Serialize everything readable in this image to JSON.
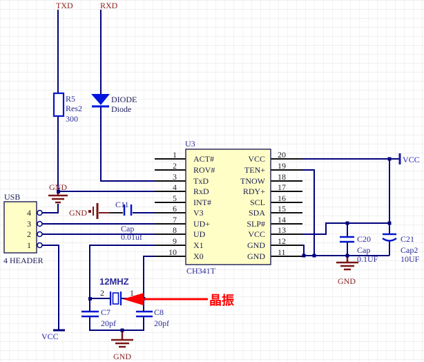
{
  "colors": {
    "wire": "#00007d",
    "pin_stub": "#0d0d0d",
    "component_blue": "#0014cc",
    "label_blue": "#2b2b9a",
    "net_label_red": "#8a1f1f",
    "power_maroon": "#7a1414",
    "ic_fill": "#fffec6",
    "annotation_red": "#ff0000"
  },
  "schematic": {
    "nets": {
      "txd": "TXD",
      "rxd": "RXD"
    },
    "r5": {
      "designator": "R5",
      "part": "Res2",
      "value": "300"
    },
    "diode": {
      "designator": "DIODE",
      "part": "Diode"
    },
    "usb": {
      "designator": "USB",
      "part": "4 HEADER",
      "pins": [
        "4",
        "3",
        "2",
        "1"
      ]
    },
    "ic": {
      "designator": "U3",
      "part": "CH341T",
      "left_pins": [
        {
          "num": "1",
          "name": "ACT#"
        },
        {
          "num": "2",
          "name": "ROV#"
        },
        {
          "num": "3",
          "name": "TxD"
        },
        {
          "num": "4",
          "name": "RxD"
        },
        {
          "num": "5",
          "name": "INT#"
        },
        {
          "num": "6",
          "name": "V3"
        },
        {
          "num": "7",
          "name": "UD+"
        },
        {
          "num": "8",
          "name": "UD"
        },
        {
          "num": "9",
          "name": "X1"
        },
        {
          "num": "10",
          "name": "X0"
        }
      ],
      "right_pins": [
        {
          "num": "20",
          "name": "VCC"
        },
        {
          "num": "19",
          "name": "TEN+"
        },
        {
          "num": "18",
          "name": "TNOW"
        },
        {
          "num": "17",
          "name": "RDY+"
        },
        {
          "num": "16",
          "name": "SCL"
        },
        {
          "num": "15",
          "name": "SDA"
        },
        {
          "num": "14",
          "name": "SLP#"
        },
        {
          "num": "13",
          "name": "VCC"
        },
        {
          "num": "12",
          "name": "GND"
        },
        {
          "num": "11",
          "name": "GND"
        }
      ]
    },
    "c11": {
      "designator": "C11",
      "part": "Cap",
      "value": "0.01uf"
    },
    "crystal": {
      "value": "12MHZ",
      "pin2": "2",
      "pin1": "1"
    },
    "c7": {
      "designator": "C7",
      "value": "20pf"
    },
    "c8": {
      "designator": "C8",
      "value": "20pf"
    },
    "c20": {
      "designator": "C20",
      "part": "Cap",
      "value": "0.1UF"
    },
    "c21": {
      "designator": "C21",
      "part": "Cap2",
      "value": "10UF"
    },
    "power": {
      "gnd_usb": "GND",
      "gnd_c11": "GND",
      "gnd_crystal": "GND",
      "gnd_c20": "GND",
      "vcc_bottom": "VCC",
      "vcc_right": "VCC"
    },
    "annotation": {
      "crystal_callout": "晶振"
    }
  }
}
